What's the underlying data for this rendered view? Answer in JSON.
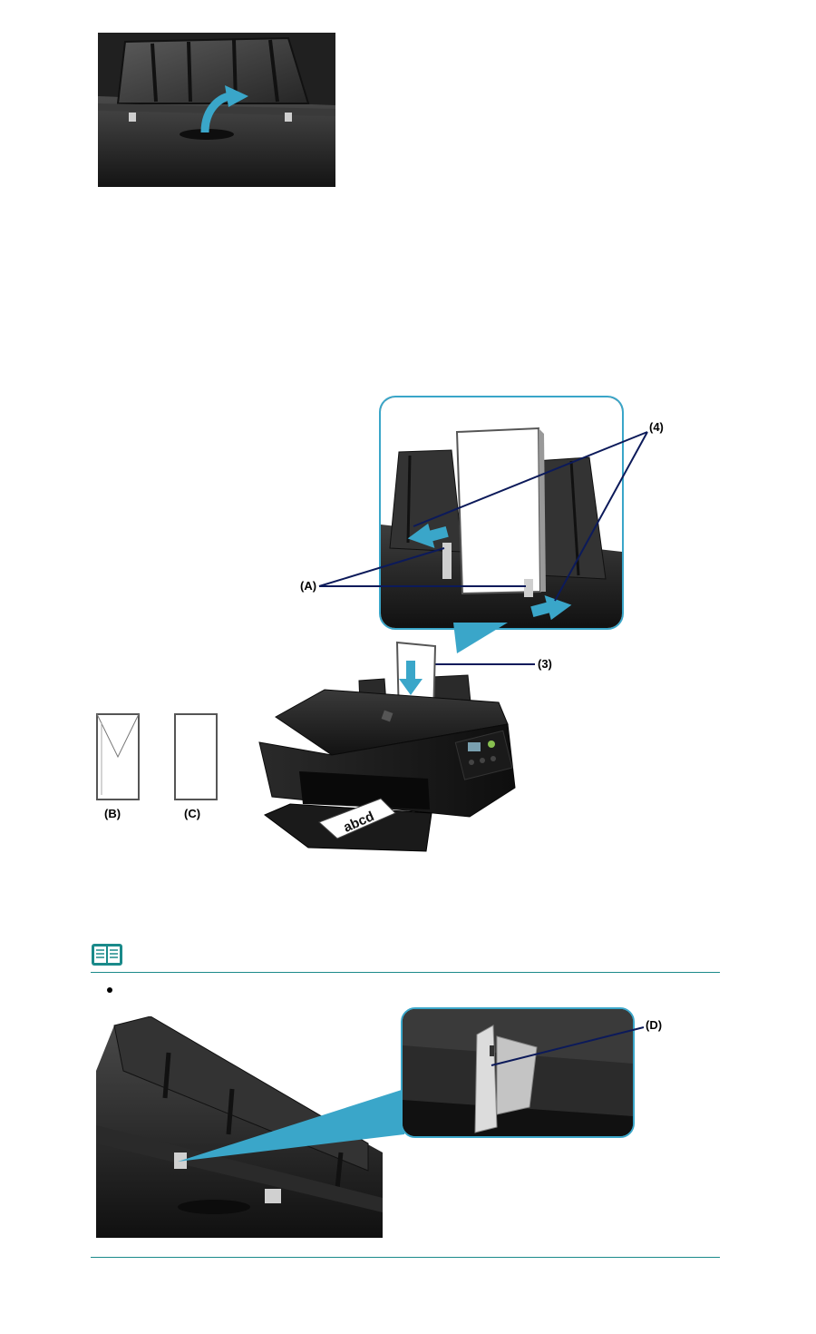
{
  "figures": {
    "paper_support": {
      "description_alt": ""
    },
    "loading_paper": {
      "callouts": {
        "four": "(4)",
        "a": "(A)",
        "three": "(3)",
        "b": "(B)",
        "c": "(C)"
      },
      "paper_print": "abcd"
    },
    "note": {
      "callouts": {
        "d": "(D)"
      }
    }
  },
  "colors": {
    "accent": "#3aa6c9",
    "rule": "#1a8a8a",
    "printer": "#1e1e1e"
  },
  "icons": {
    "note_icon": "open-book-icon",
    "bullet": "bullet-icon"
  }
}
